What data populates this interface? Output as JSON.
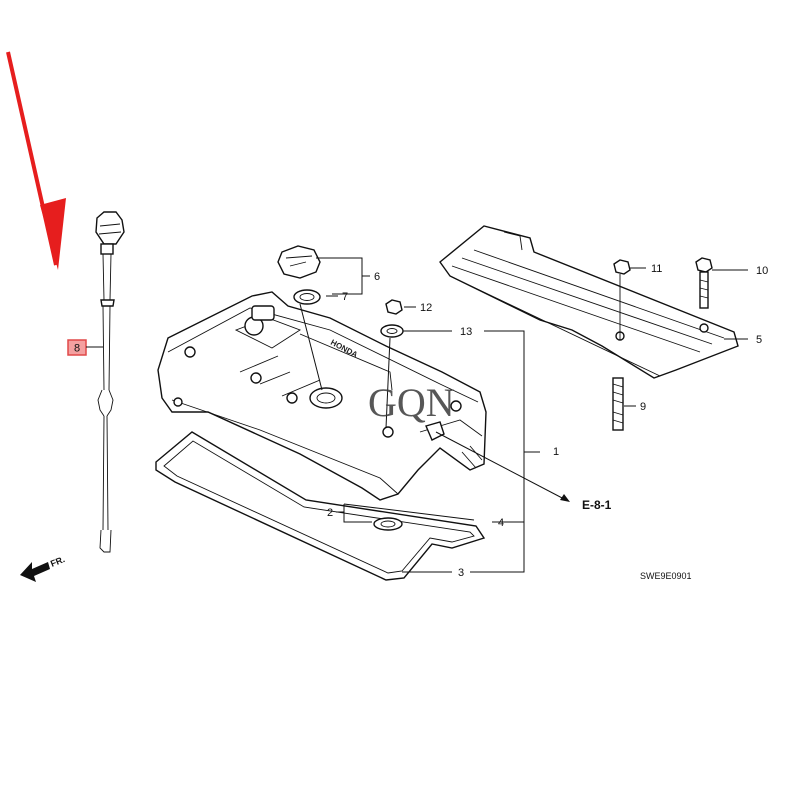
{
  "diagram": {
    "callouts": [
      {
        "id": "1",
        "label": "1"
      },
      {
        "id": "2",
        "label": "2"
      },
      {
        "id": "3",
        "label": "3"
      },
      {
        "id": "4",
        "label": "4"
      },
      {
        "id": "5",
        "label": "5"
      },
      {
        "id": "6",
        "label": "6"
      },
      {
        "id": "7",
        "label": "7"
      },
      {
        "id": "8",
        "label": "8",
        "highlighted": true
      },
      {
        "id": "9",
        "label": "9"
      },
      {
        "id": "10",
        "label": "10"
      },
      {
        "id": "11",
        "label": "11"
      },
      {
        "id": "12",
        "label": "12"
      },
      {
        "id": "13",
        "label": "13"
      }
    ],
    "reference_label": "E-8-1",
    "front_label": "FR.",
    "diagram_code": "SWE9E0901",
    "cover_brand_text": "HONDA",
    "watermark_text": "GQN",
    "colors": {
      "line": "#111111",
      "highlight_fill": "#f4a0a0",
      "highlight_border": "#e04848",
      "arrow": "#e61e1e"
    }
  }
}
